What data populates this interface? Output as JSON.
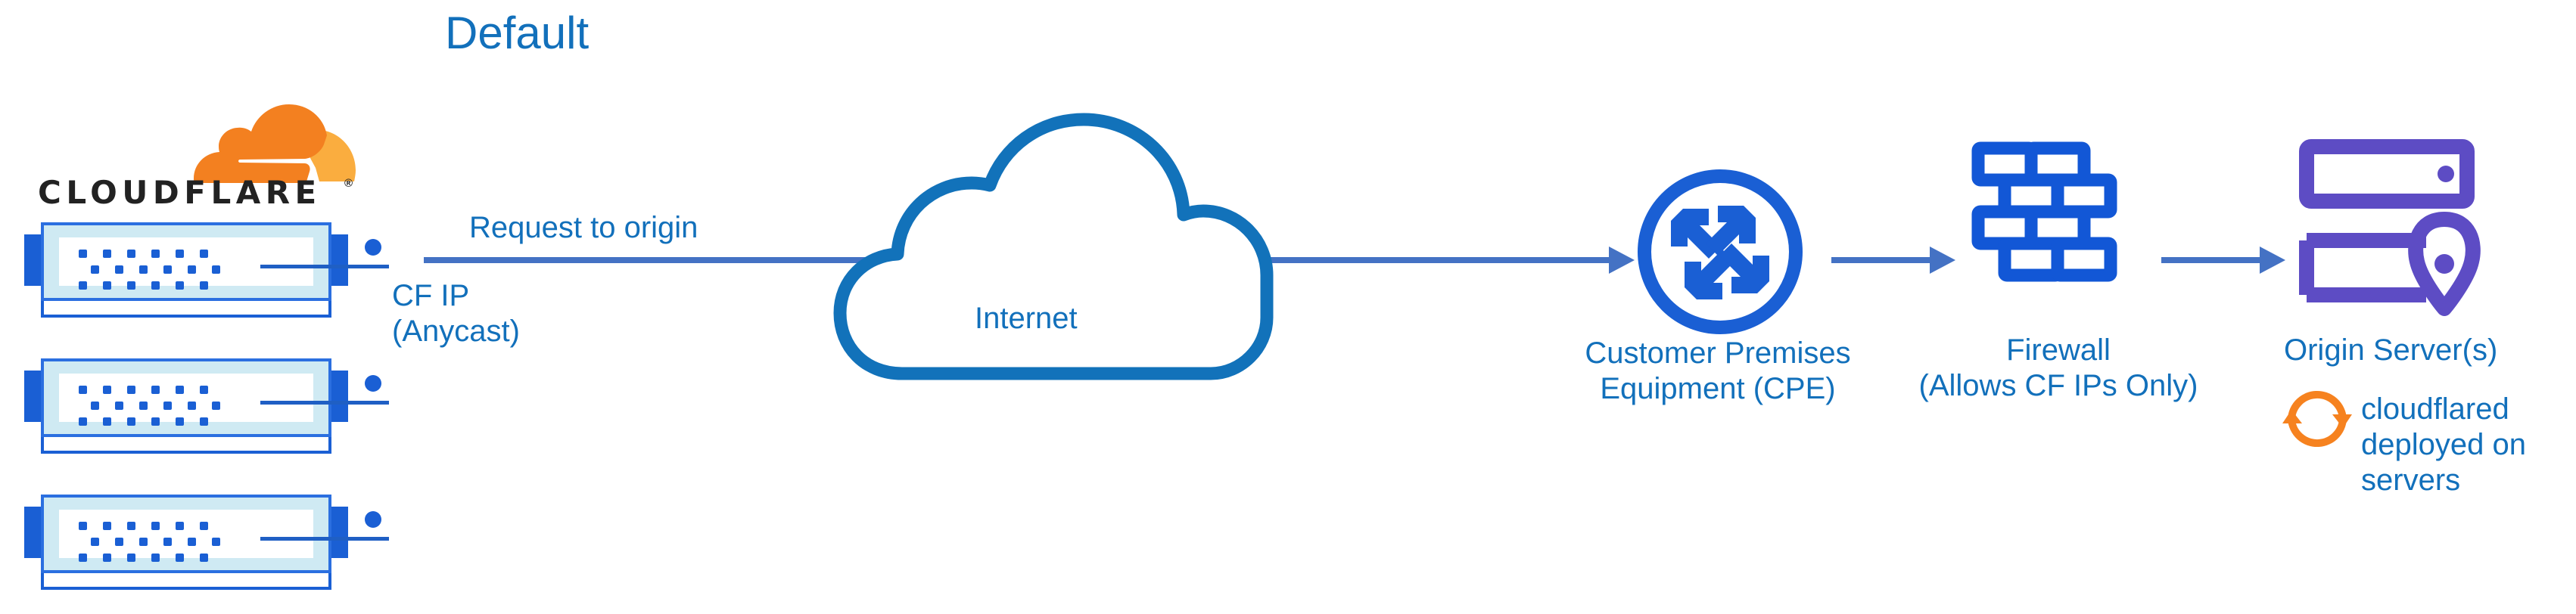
{
  "title": "Default",
  "brand": {
    "name": "CLOUDFLARE",
    "registered_mark": "®",
    "cloud_icon": "cloudflare-cloud-icon",
    "colors": {
      "orange_dark": "#F38020",
      "orange_light": "#FAAD3F",
      "wordmark": "#222222"
    }
  },
  "colors": {
    "label_blue": "#1270bb",
    "arrow_blue": "#4472c4",
    "icon_blue": "#1a5fd4",
    "cloud_blue": "#1272ba",
    "server_fill": "#cfeaf3",
    "origin_purple": "#5d4cc4",
    "cloudflared_orange": "#F6821F"
  },
  "servers": {
    "count": 3,
    "icon": "rack-server-icon",
    "label": "Cloudflare edge servers"
  },
  "flow": {
    "main_arrow_label": "Request to origin",
    "ip_label": "CF IP\n(Anycast)",
    "arrow_icon": "right-arrow-icon"
  },
  "nodes": [
    {
      "id": "internet",
      "icon": "cloud-icon",
      "label": "Internet"
    },
    {
      "id": "cpe",
      "icon": "router-icon",
      "label": "Customer Premises\nEquipment (CPE)"
    },
    {
      "id": "firewall",
      "icon": "brick-wall-icon",
      "label": "Firewall\n(Allows CF IPs Only)"
    },
    {
      "id": "origin",
      "icon": "origin-server-icon",
      "label": "Origin Server(s)"
    }
  ],
  "annotation": {
    "icon": "sync-refresh-icon",
    "text": "cloudflared\ndeployed on\nservers"
  }
}
